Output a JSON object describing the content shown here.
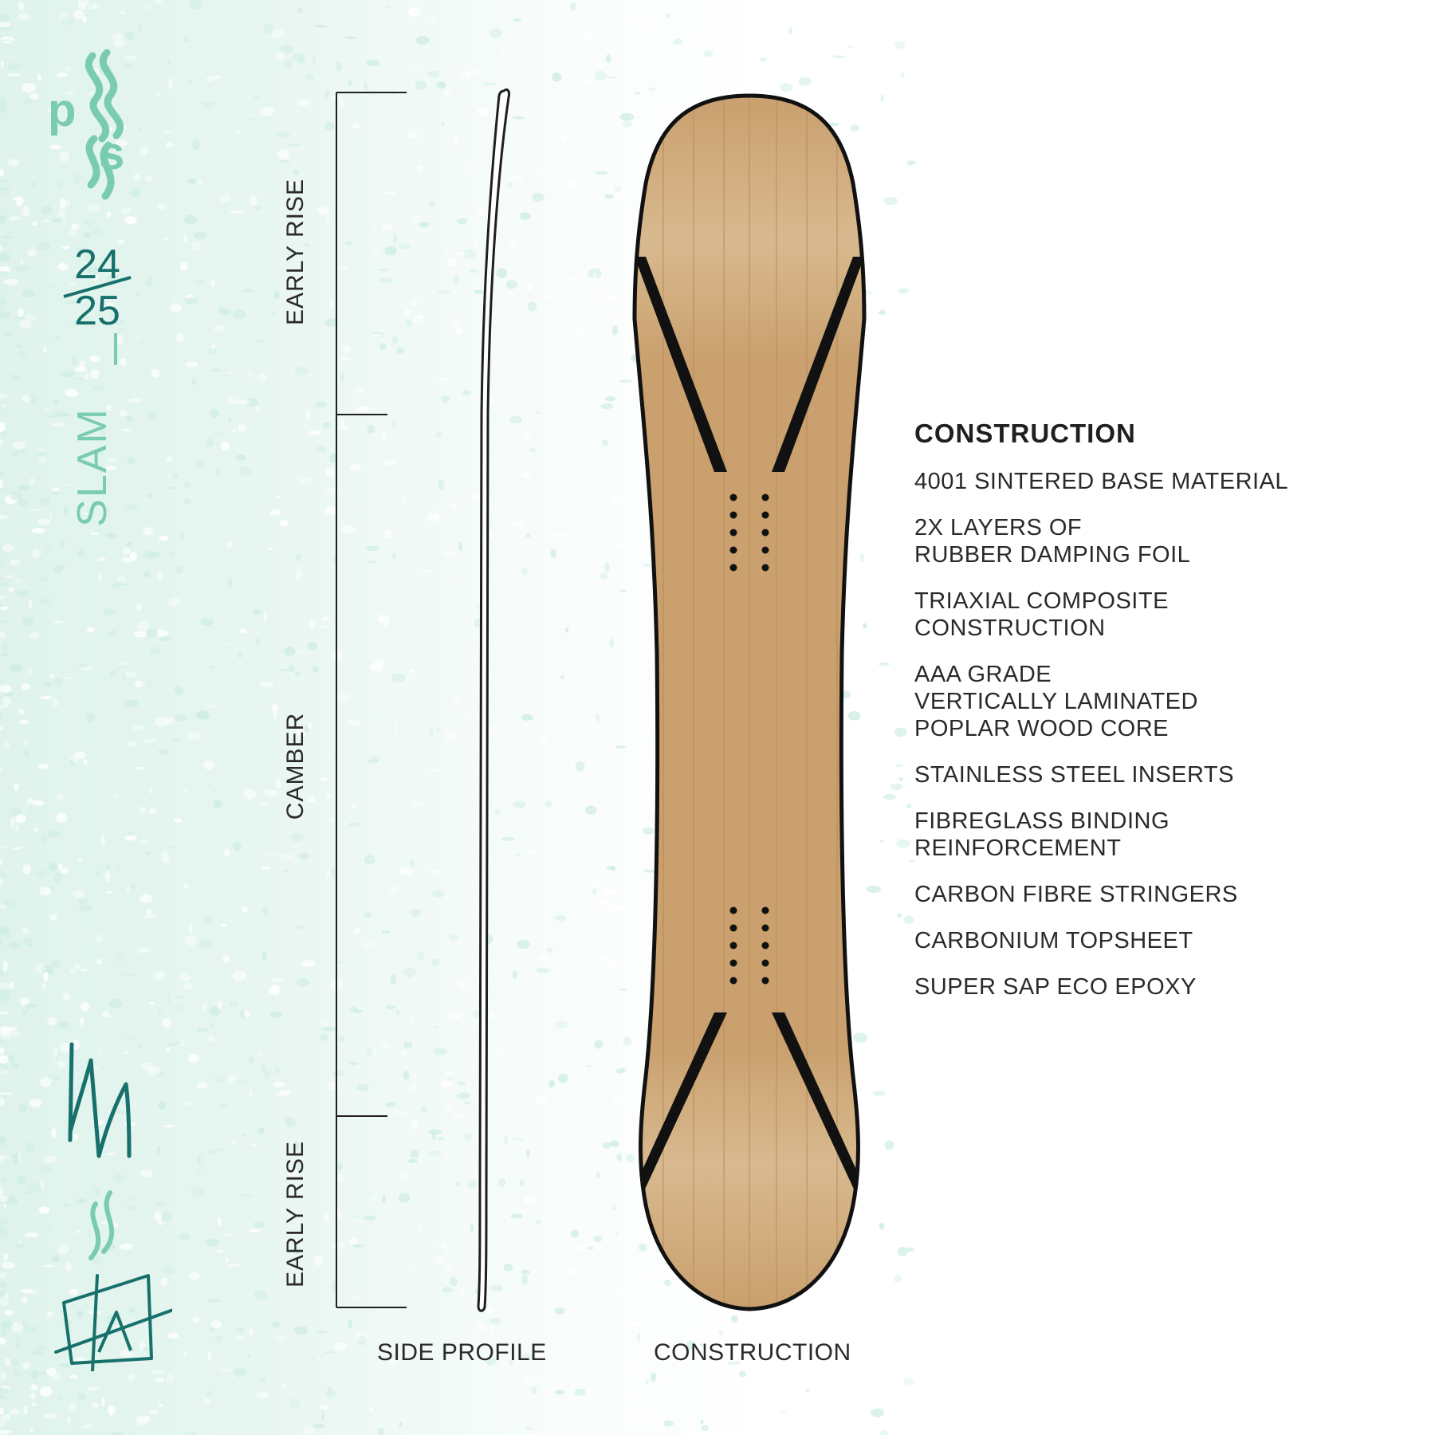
{
  "brand": {
    "logo_letters": [
      "p",
      "s"
    ],
    "season_top": "24",
    "season_bottom": "25",
    "model": "SLAM",
    "accent_color": "#79ccb0",
    "dark_accent_color": "#17706b"
  },
  "profile": {
    "zones": [
      "EARLY RISE",
      "CAMBER",
      "EARLY RISE"
    ],
    "caption": "SIDE PROFILE"
  },
  "board": {
    "caption": "CONSTRUCTION",
    "wood_color": "#c9a06e",
    "insert_rows_per_group": 5
  },
  "specs": {
    "title": "CONSTRUCTION",
    "items": [
      "4001 SINTERED BASE MATERIAL",
      "2X LAYERS OF\nRUBBER DAMPING FOIL",
      "TRIAXIAL COMPOSITE\nCONSTRUCTION",
      "AAA GRADE\nVERTICALLY LAMINATED\nPOPLAR WOOD CORE",
      "STAINLESS STEEL INSERTS",
      "FIBREGLASS BINDING\nREINFORCEMENT",
      "CARBON FIBRE STRINGERS",
      "CARBONIUM TOPSHEET",
      "SUPER SAP ECO EPOXY"
    ]
  }
}
